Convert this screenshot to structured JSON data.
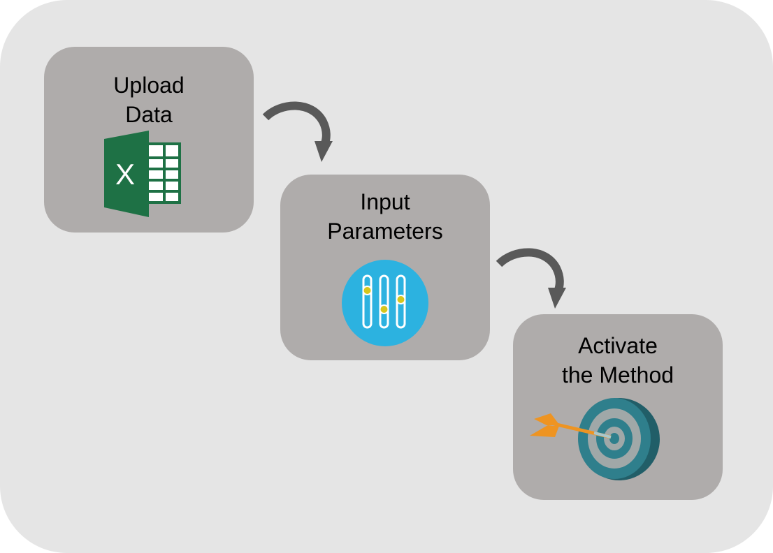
{
  "steps": [
    {
      "title_line1": "Upload",
      "title_line2": "Data",
      "icon": "excel-icon"
    },
    {
      "title_line1": "Input",
      "title_line2": "Parameters",
      "icon": "sliders-icon"
    },
    {
      "title_line1": "Activate",
      "title_line2": "the Method",
      "icon": "target-icon"
    }
  ],
  "colors": {
    "background": "#e5e5e5",
    "step_box": "#afacab",
    "arrow": "#595959",
    "excel_green": "#1e7145",
    "sliders_blue": "#2cb2e0",
    "target_teal": "#2f7f8c",
    "dart_orange": "#ee9422"
  }
}
